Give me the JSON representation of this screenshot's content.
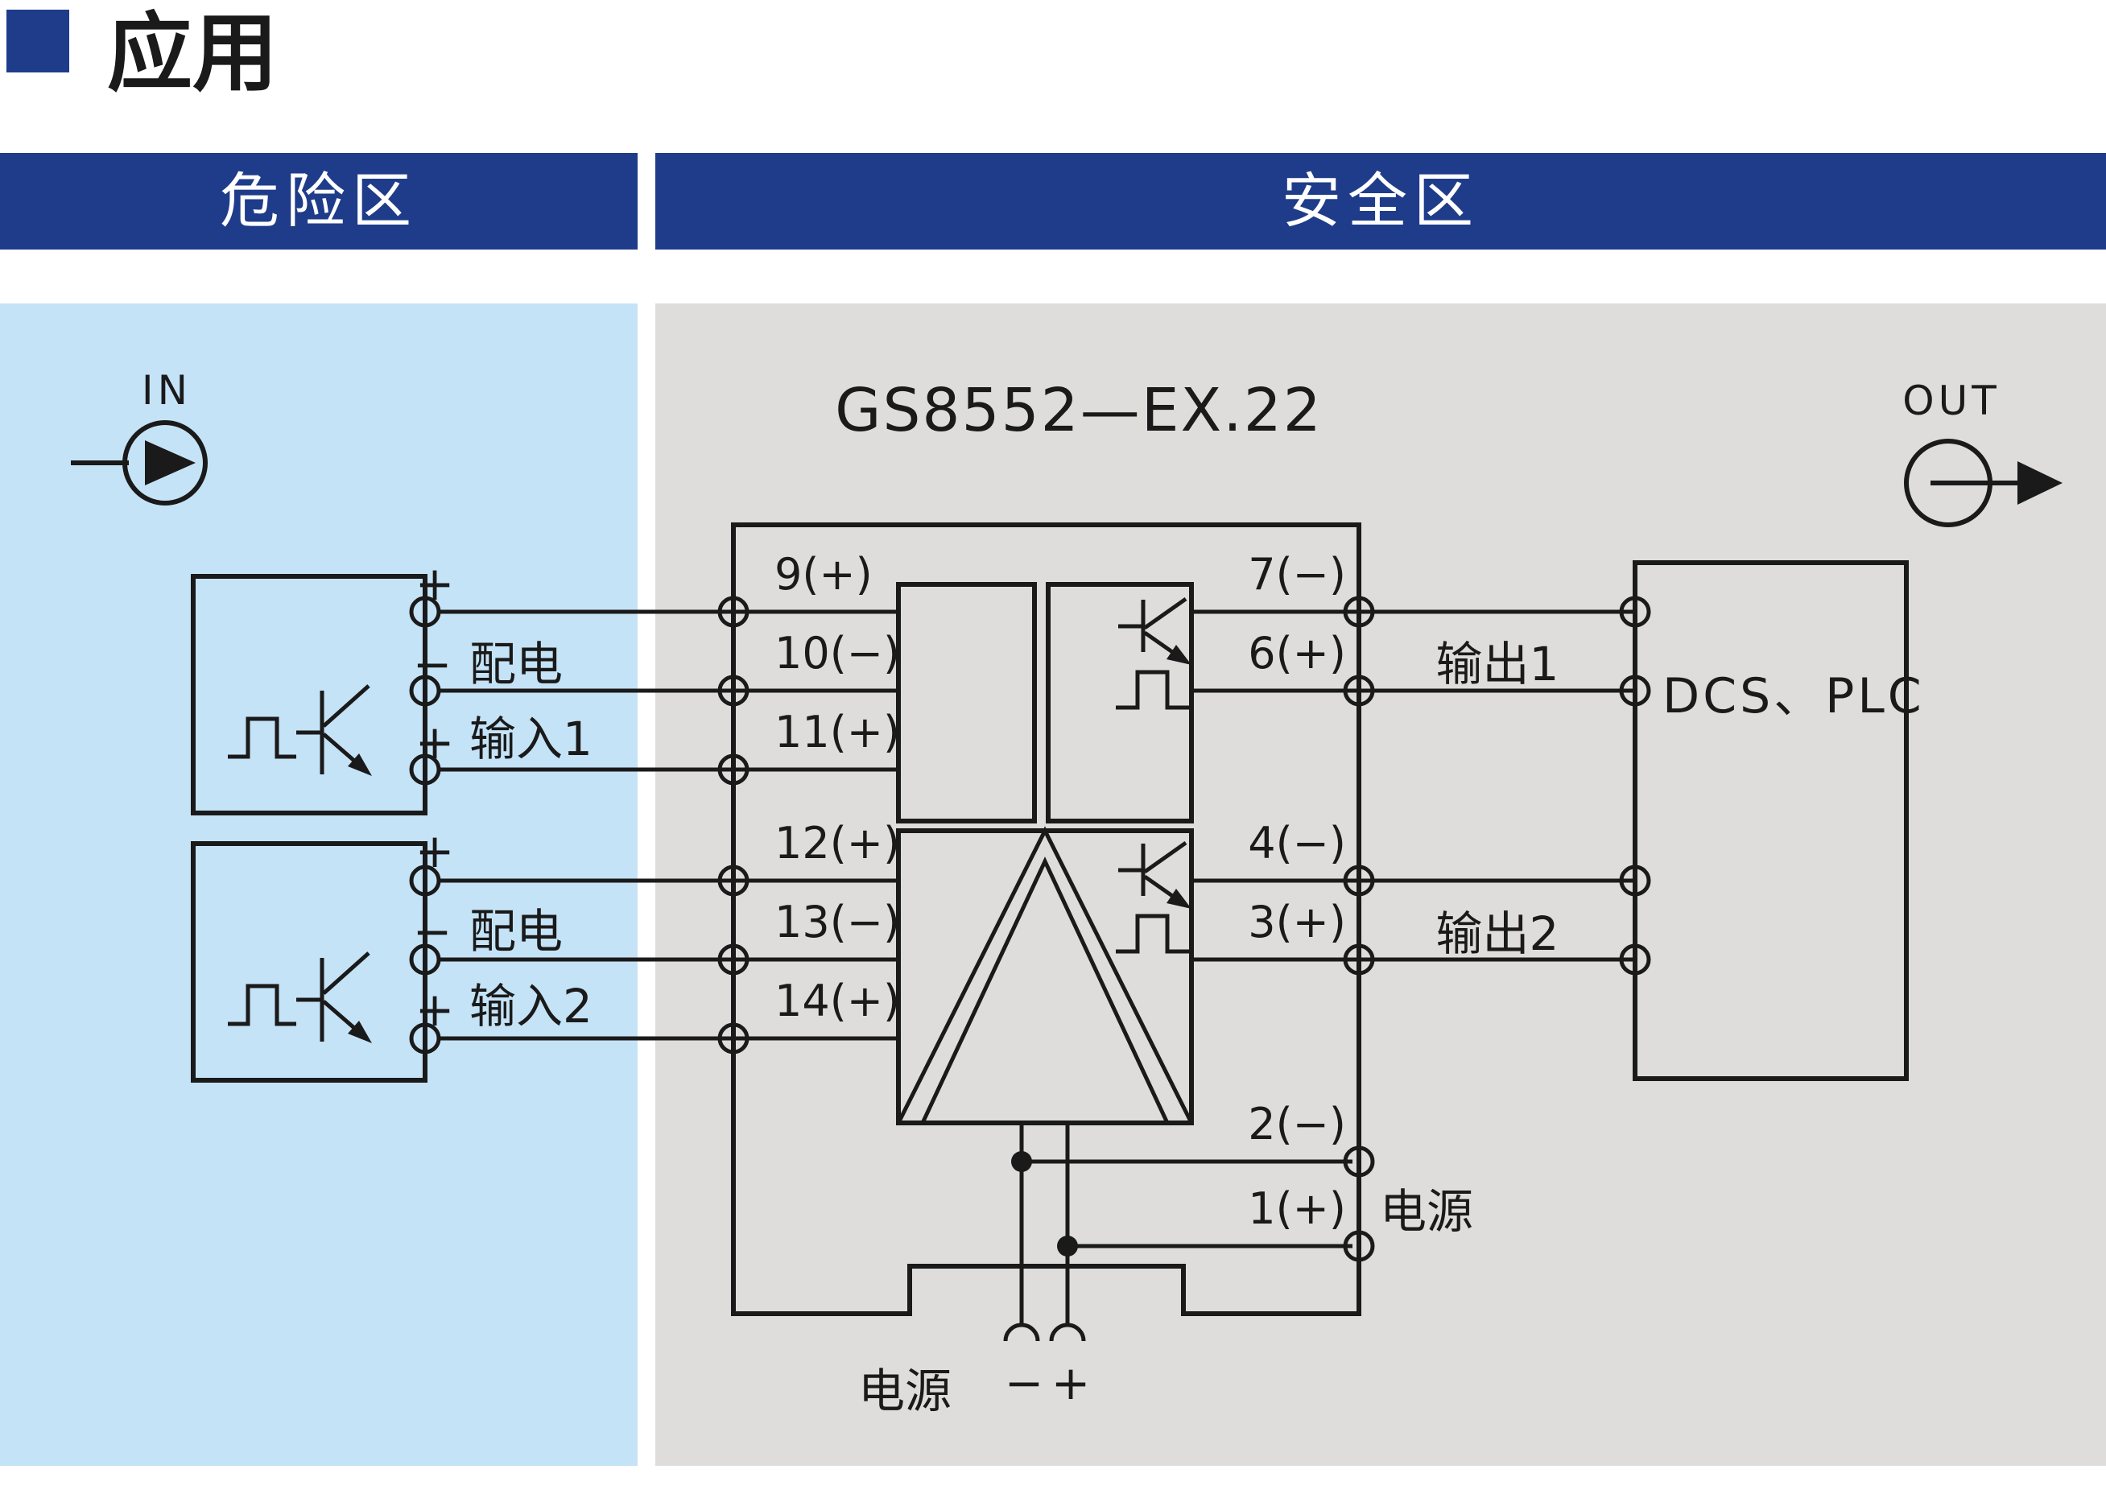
{
  "page_title": "应用",
  "zones": {
    "hazardous": "危险区",
    "safe": "安全区"
  },
  "io_markers": {
    "in": "IN",
    "out": "OUT"
  },
  "device": {
    "model": "GS8552—EX.22",
    "left_terminals": [
      "9(+)",
      "10(−)",
      "11(+)",
      "12(+)",
      "13(−)",
      "14(+)"
    ],
    "right_terminals": [
      "7(−)",
      "6(+)",
      "4(−)",
      "3(+)",
      "2(−)",
      "1(+)"
    ],
    "power_label_right": "电源"
  },
  "sensors": [
    {
      "plus_top": "+",
      "minus": "−",
      "dist_label": "配电",
      "plus_bottom": "+",
      "input_label": "输入1"
    },
    {
      "plus_top": "+",
      "minus": "−",
      "dist_label": "配电",
      "plus_bottom": "+",
      "input_label": "输入2"
    }
  ],
  "outputs": {
    "out1": "输出1",
    "out2": "输出2"
  },
  "dcs_label": "DCS、PLC",
  "power_bottom": {
    "label": "电源",
    "minus": "−",
    "plus": "+"
  },
  "colors": {
    "accent_blue": "#1e3c8a",
    "panel_light_blue": "#c5e3f7",
    "panel_gray": "#dedddc",
    "line": "#1a1a1a",
    "zone_text": "#ffffff"
  }
}
